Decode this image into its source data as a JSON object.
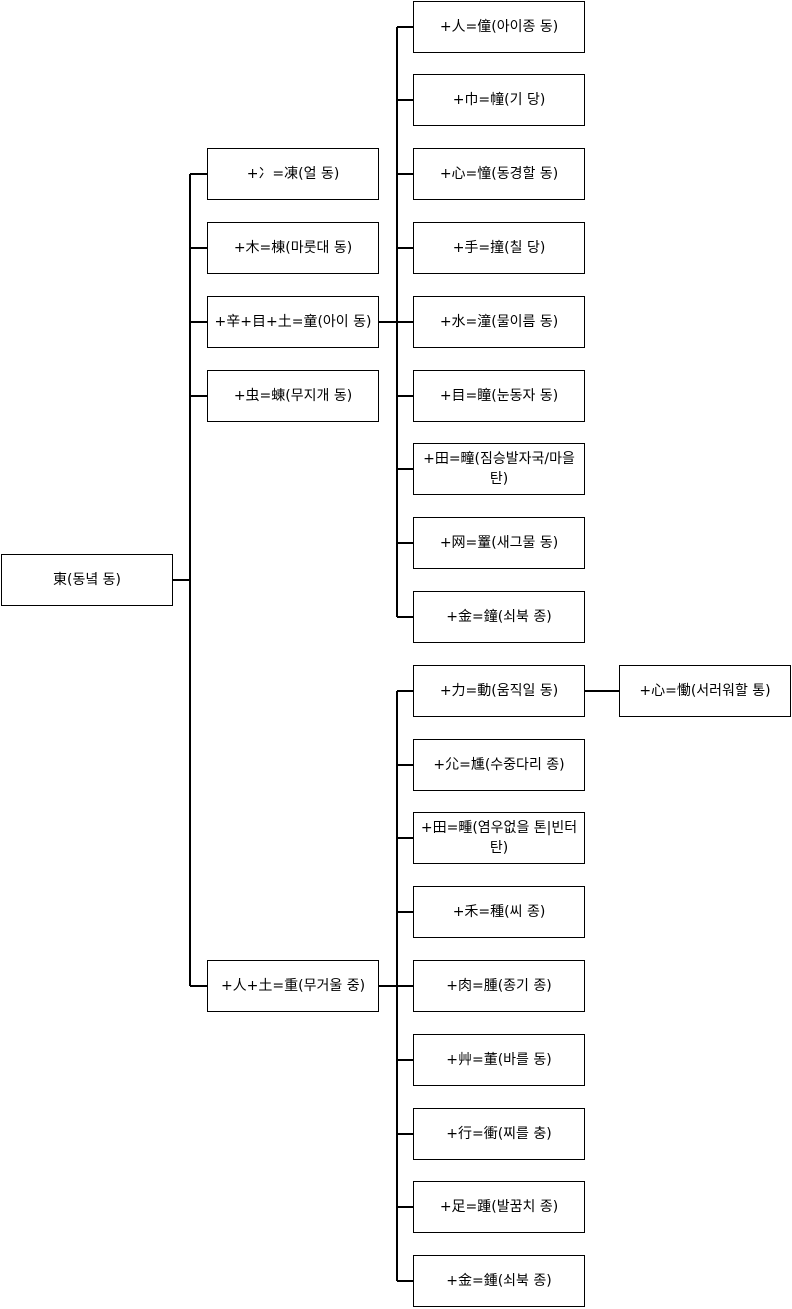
{
  "root": "東(동녘 동)",
  "level1": {
    "bing": "+冫=凍(얼 동)",
    "mok": "+木=棟(마룻대 동)",
    "tong": "+辛+目+土=童(아이 동)",
    "chung": "+虫=蝀(무지개 동)",
    "jung": "+人+土=重(무거울 중)"
  },
  "tong_children": [
    "+人=僮(아이종 동)",
    "+巾=幢(기 당)",
    "+心=憧(동경할 동)",
    "+手=撞(칠 당)",
    "+水=潼(물이름 동)",
    "+目=瞳(눈동자 동)",
    "+田=疃(짐승발자국/마을 탄)",
    "+网=罿(새그물 동)",
    "+金=鐘(쇠북 종)"
  ],
  "jung_children": [
    "+力=動(움직일 동)",
    "+尣=尰(수중다리 종)",
    "+田=畽(염우없을 톤|빈터 탄)",
    "+禾=種(씨 종)",
    "+肉=腫(종기 종)",
    "+艸=董(바를 동)",
    "+行=衝(찌를 충)",
    "+足=踵(발꿈치 종)",
    "+金=鍾(쇠북 종)"
  ],
  "dong_child": "+心=慟(서러워할 통)"
}
